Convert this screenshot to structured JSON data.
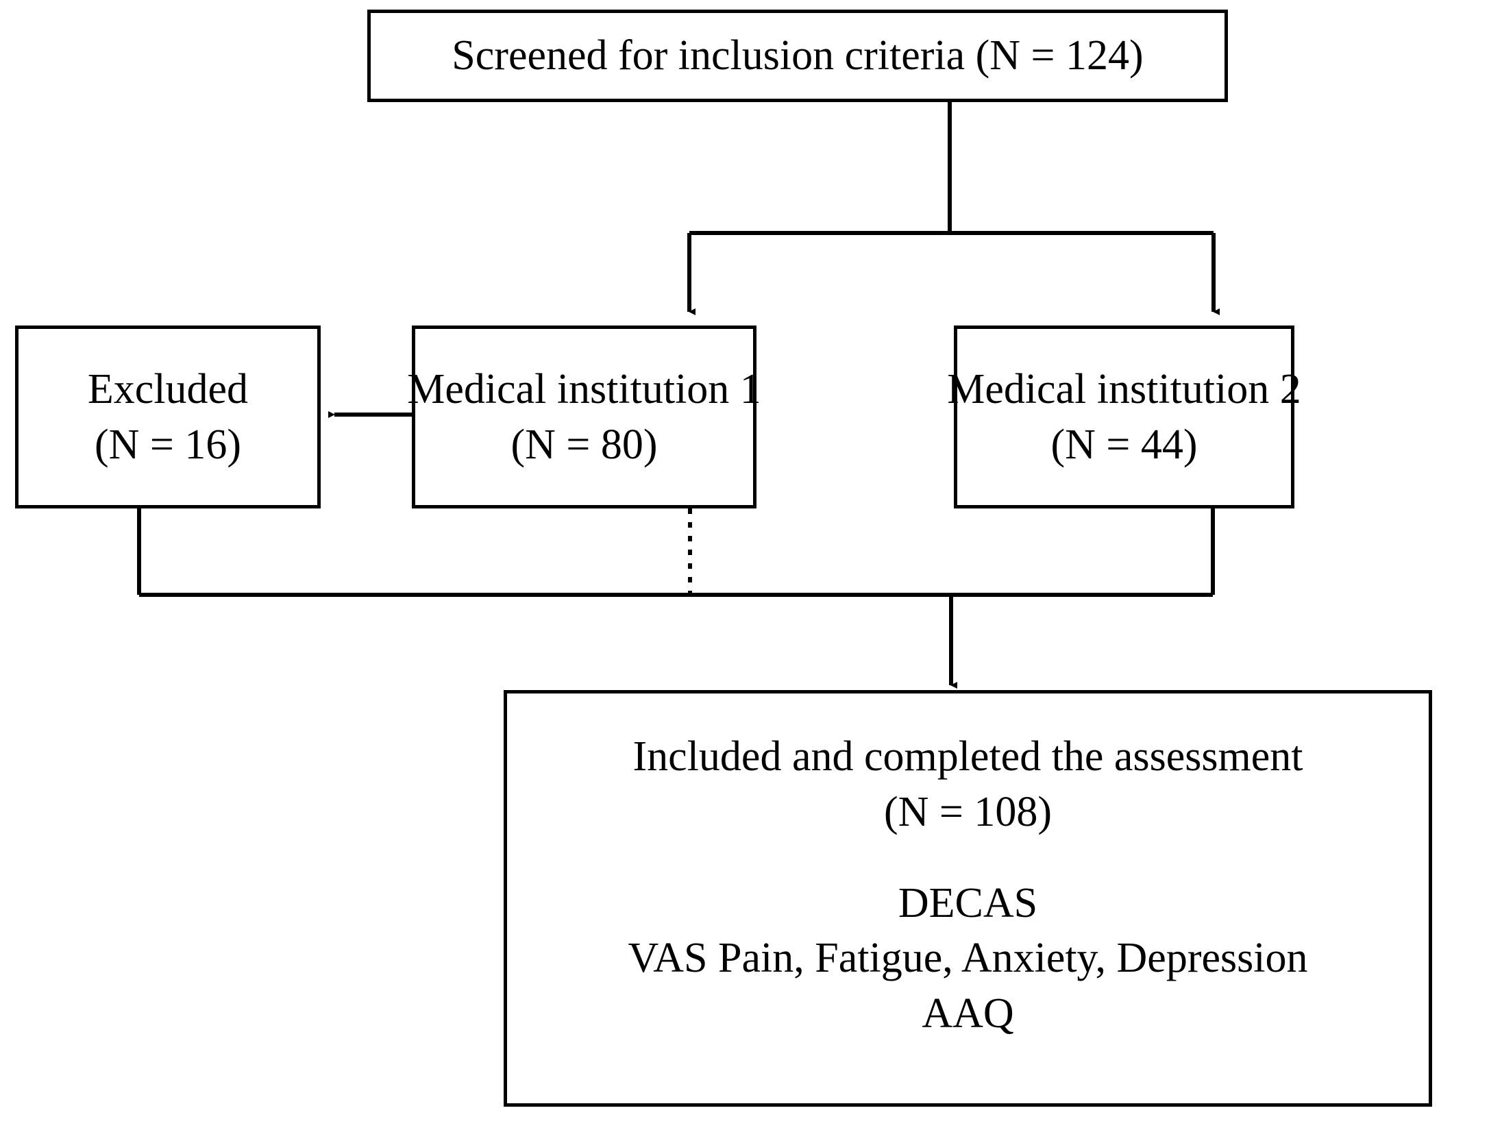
{
  "diagram": {
    "title": "Participant flow diagram",
    "stroke_color": "#000000",
    "background_color": "#ffffff",
    "nodes": {
      "screened": {
        "label": "Screened for inclusion criteria (N = 124)",
        "lines": [
          "Screened for inclusion criteria (N = 124)"
        ],
        "n": 124
      },
      "excluded": {
        "label": "Excluded (N = 16)",
        "lines": [
          "Excluded",
          "(N = 16)"
        ],
        "n": 16
      },
      "institution1": {
        "label": "Medical institution 1 (N = 80)",
        "lines": [
          "Medical institution 1",
          "(N = 80)"
        ],
        "n": 80
      },
      "institution2": {
        "label": "Medical institution 2 (N = 44)",
        "lines": [
          "Medical institution 2",
          "(N = 44)"
        ],
        "n": 44
      },
      "included": {
        "label": "Included and completed the assessment (N = 108)",
        "lines": [
          "Included and completed the assessment",
          "(N = 108)"
        ],
        "measures": [
          "DECAS",
          "VAS Pain, Fatigue, Anxiety, Depression",
          "AAQ"
        ],
        "n": 108
      }
    },
    "connectors": [
      {
        "name": "screened-to-split",
        "style": "solid",
        "arrow": false
      },
      {
        "name": "split-to-institution1",
        "style": "solid",
        "arrow": true
      },
      {
        "name": "split-to-institution2",
        "style": "solid",
        "arrow": true
      },
      {
        "name": "institution1-to-excluded",
        "style": "solid",
        "arrow": true
      },
      {
        "name": "excluded-down-merge",
        "style": "solid",
        "arrow": false
      },
      {
        "name": "institution1-down-merge",
        "style": "dotted",
        "arrow": false
      },
      {
        "name": "institution2-down-merge",
        "style": "solid",
        "arrow": false
      },
      {
        "name": "merge-to-included",
        "style": "solid",
        "arrow": true
      }
    ]
  }
}
